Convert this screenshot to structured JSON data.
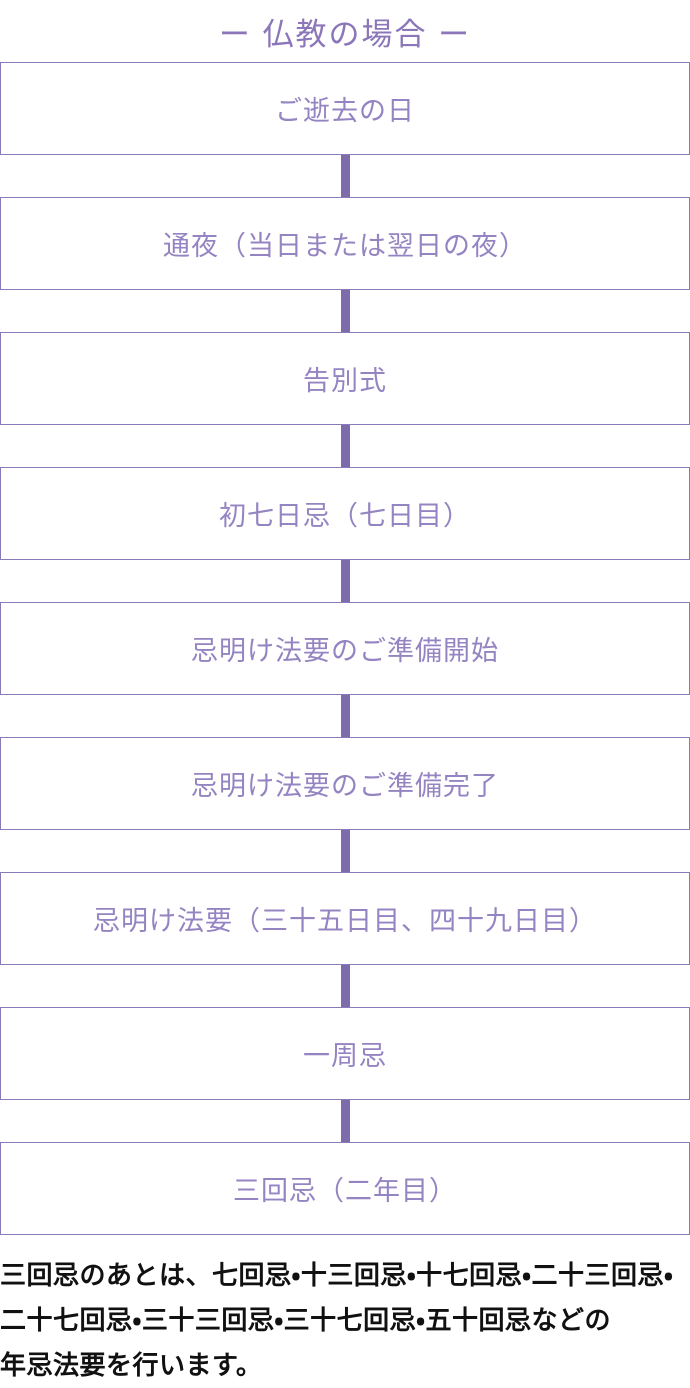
{
  "title": "ー 仏教の場合 ー",
  "colors": {
    "title_text": "#8a76b8",
    "box_border": "#8a7ab8",
    "box_text": "#9584c2",
    "box_background": "#ffffff",
    "connector": "#7e6bac",
    "footer_text": "#111111"
  },
  "flow_steps": [
    "ご逝去の日",
    "通夜（当日または翌日の夜）",
    "告別式",
    "初七日忌（七日目）",
    "忌明け法要のご準備開始",
    "忌明け法要のご準備完了",
    "忌明け法要（三十五日目、四十九日目）",
    "一周忌",
    "三回忌（二年目）"
  ],
  "footer_lines": [
    "三回忌のあとは、七回忌・十三回忌・十七回忌・二十三回忌・",
    "二十七回忌・三十三回忌・三十七回忌・五十回忌などの",
    "年忌法要を行います。"
  ],
  "footer_note_full": "三回忌のあとは、七回忌・十三回忌・十七回忌・二十三回忌・二十七回忌・三十三回忌・三十七回忌・五十回忌などの年忌法要を行います。"
}
